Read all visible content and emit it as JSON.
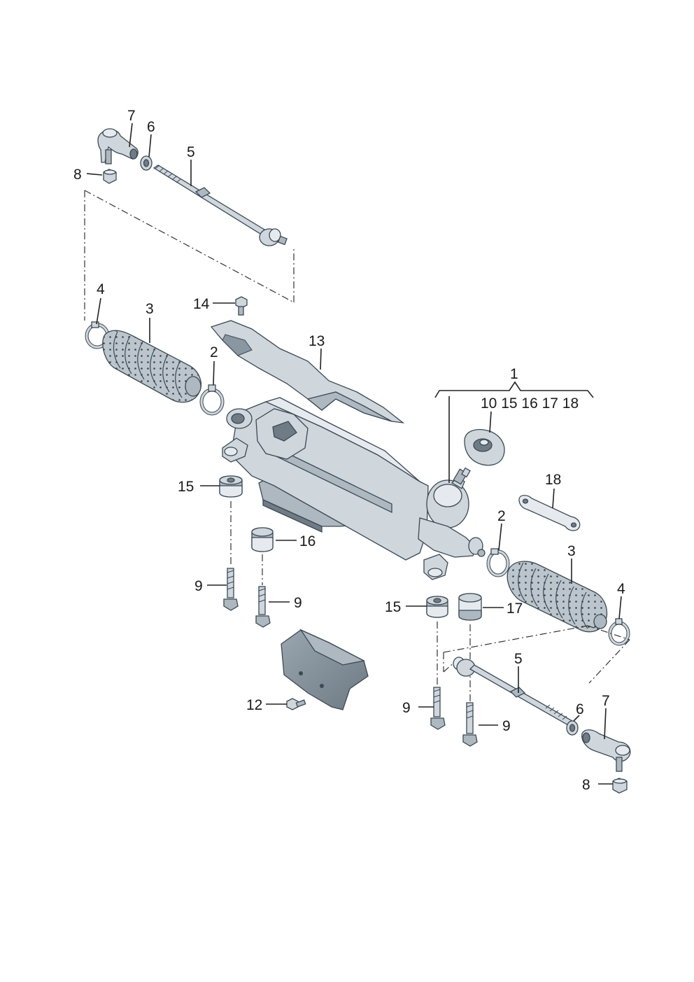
{
  "diagram": {
    "callouts": {
      "left_7": "7",
      "left_6": "6",
      "left_5": "5",
      "left_8": "8",
      "left_4": "4",
      "left_3": "3",
      "left_2": "2",
      "top_14": "14",
      "top_13": "13",
      "assembly_1": "1",
      "assembly_subparts": "10 15 16 17 18",
      "mount_15_left": "15",
      "mount_16": "16",
      "bolt_9_a": "9",
      "bolt_9_b": "9",
      "shield_12": "12",
      "right_18": "18",
      "right_2": "2",
      "right_3": "3",
      "right_4": "4",
      "mount_15_right": "15",
      "mount_17": "17",
      "right_5": "5",
      "right_6": "6",
      "right_7": "7",
      "right_8": "8",
      "bolt_9_c": "9",
      "bolt_9_d": "9"
    }
  }
}
